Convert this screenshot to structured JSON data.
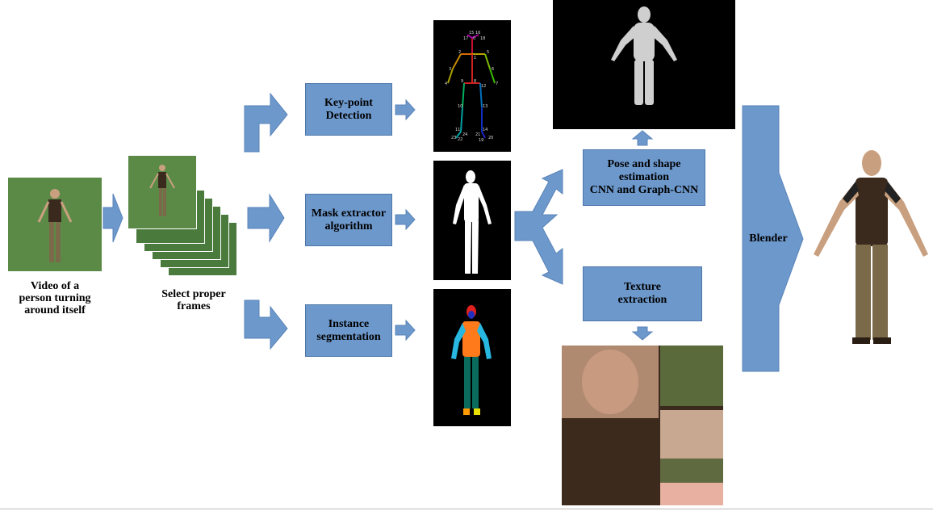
{
  "labels": {
    "input_video": "Video of  a\nperson turning\naround itself",
    "select_frames": "Select proper\nframes"
  },
  "boxes": {
    "keypoint": "Key-point\nDetection",
    "mask": "Mask extractor\nalgorithm",
    "instance": "Instance\nsegmentation",
    "pose_shape": "Pose and shape\nestimation\nCNN and Graph-CNN",
    "texture": "Texture\nextraction",
    "blender": "Blender"
  },
  "skeleton_numbers": [
    "15",
    "16",
    "17",
    "0",
    "18",
    "2",
    "1",
    "5",
    "3",
    "6",
    "4",
    "7",
    "9",
    "8",
    "12",
    "10",
    "13",
    "11",
    "14",
    "24",
    "21",
    "22",
    "23",
    "19",
    "20"
  ],
  "colors": {
    "box_fill": "#6d98cc",
    "arrow_fill": "#6d98cc",
    "green_screen": "#4a7a3c"
  }
}
